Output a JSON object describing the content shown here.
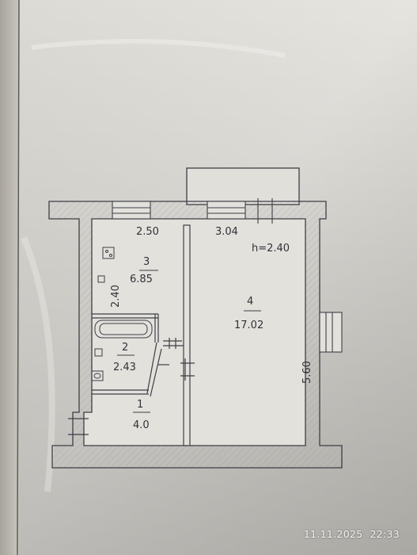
{
  "plan": {
    "rooms": [
      {
        "id": "room-3",
        "number": "3",
        "area": "6.85"
      },
      {
        "id": "room-4",
        "number": "4",
        "area": "17.02"
      },
      {
        "id": "room-2",
        "number": "2",
        "area": "2.43"
      },
      {
        "id": "room-1",
        "number": "1",
        "area": "4.0"
      }
    ],
    "dimensions": {
      "kitchen_width": "2.50",
      "room_width": "3.04",
      "ceiling_height": "h=2.40",
      "kitchen_depth": "2.40",
      "room_length": "5.60"
    }
  },
  "timestamp": {
    "date": "11.11.2025",
    "time": "22:33"
  }
}
